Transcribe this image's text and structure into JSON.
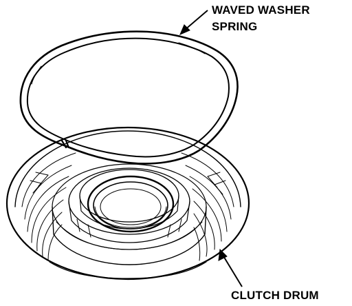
{
  "labels": {
    "washer_line1": "WAVED WASHER",
    "washer_line2": "SPRING",
    "drum": "CLUTCH DRUM"
  },
  "colors": {
    "ink": "#000000",
    "paper": "#ffffff"
  }
}
